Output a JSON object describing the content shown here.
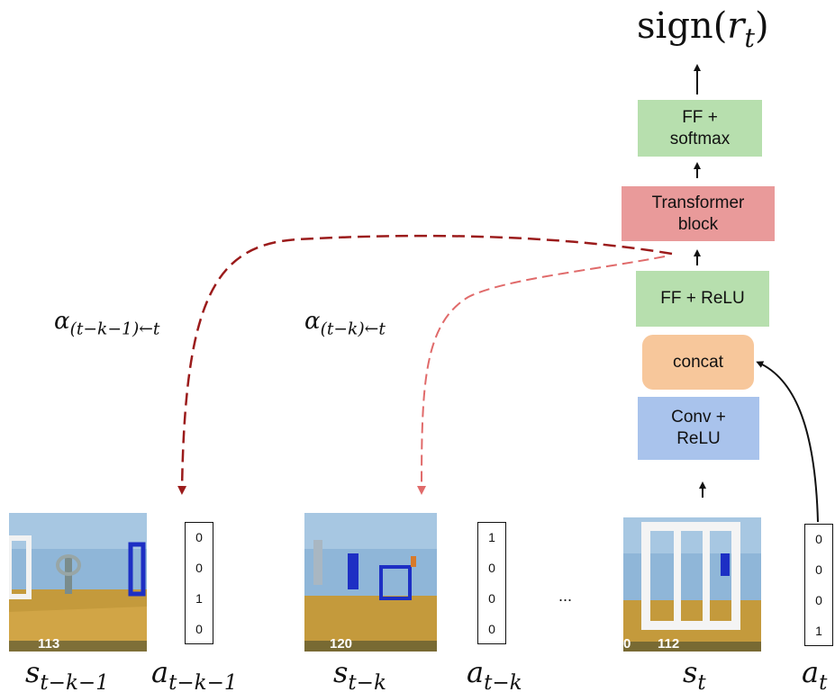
{
  "output_label": {
    "func": "sign",
    "var": "r",
    "sub": "t"
  },
  "blocks": {
    "ff_softmax_l1": "FF +",
    "ff_softmax_l2": "softmax",
    "transformer_l1": "Transformer",
    "transformer_l2": "block",
    "ff_relu": "FF + ReLU",
    "concat": "concat",
    "conv_l1": "Conv +",
    "conv_l2": "ReLU"
  },
  "attention": {
    "far": {
      "sym": "α",
      "sub": "(t−k−1)←t"
    },
    "near": {
      "sym": "α",
      "sub": "(t−k)←t"
    }
  },
  "actions": {
    "a_tk1": [
      "0",
      "0",
      "1",
      "0"
    ],
    "a_tk": [
      "1",
      "0",
      "0",
      "0"
    ],
    "a_t": [
      "0",
      "0",
      "0",
      "1"
    ]
  },
  "hud": {
    "frame1": "113",
    "frame2": "120",
    "frame3_left": "0",
    "frame3": "112"
  },
  "ellipsis": "...",
  "bottom_labels": {
    "s_tk1": {
      "var": "s",
      "sub": "t−k−1"
    },
    "a_tk1": {
      "var": "a",
      "sub": "t−k−1"
    },
    "s_tk": {
      "var": "s",
      "sub": "t−k"
    },
    "a_tk": {
      "var": "a",
      "sub": "t−k"
    },
    "s_t": {
      "var": "s",
      "sub": "t"
    },
    "a_t": {
      "var": "a",
      "sub": "t"
    }
  },
  "colors": {
    "green": "#b7dfae",
    "red": "#e99a9a",
    "orange": "#f7c79b",
    "blue": "#a9c3ec",
    "attn_dark": "#9b1b1b",
    "attn_light": "#e06a6a"
  }
}
